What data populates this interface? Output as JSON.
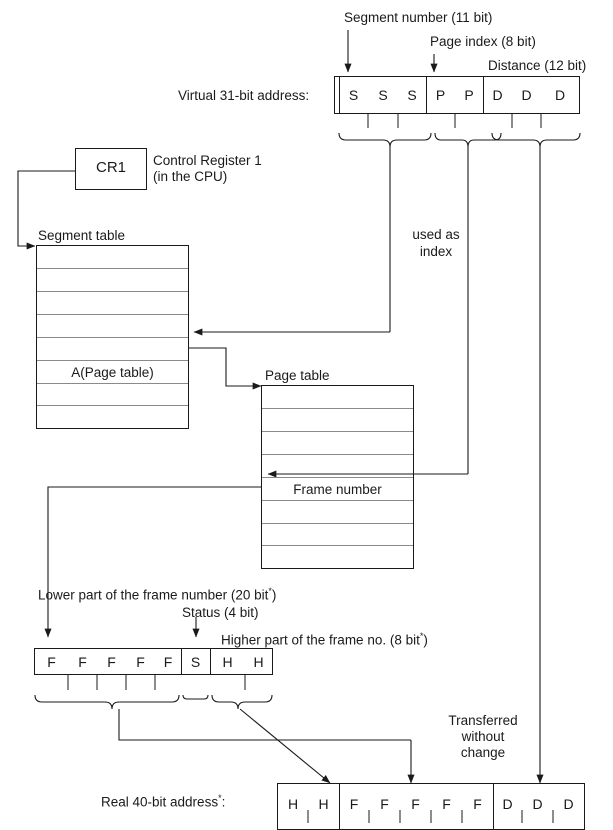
{
  "diagram": {
    "title": "Two-level virtual address translation (segmentation + paging)",
    "colors": {
      "line": "#1a1a1a",
      "rule": "#8a8a8a",
      "bg": "#ffffff"
    }
  },
  "virtual_address": {
    "caption": "Virtual 31-bit address:",
    "annotations": [
      {
        "text": "Segment number (11 bit)"
      },
      {
        "text": "Page index (8 bit)"
      },
      {
        "text": "Distance (12 bit)"
      }
    ],
    "fields": [
      {
        "letter": "S",
        "group": "segment"
      },
      {
        "letter": "S",
        "group": "segment"
      },
      {
        "letter": "S",
        "group": "segment"
      },
      {
        "letter": "P",
        "group": "page"
      },
      {
        "letter": "P",
        "group": "page"
      },
      {
        "letter": "D",
        "group": "distance"
      },
      {
        "letter": "D",
        "group": "distance"
      },
      {
        "letter": "D",
        "group": "distance"
      }
    ]
  },
  "cr1": {
    "box_label": "CR1",
    "description_line1": "Control Register 1",
    "description_line2": "(in the CPU)"
  },
  "segment_table": {
    "title": "Segment table",
    "rows": [
      "",
      "",
      "",
      "",
      "",
      "A(Page table)",
      "",
      ""
    ],
    "entry_label": "A(Page table)",
    "entry_index": 5
  },
  "page_table": {
    "title": "Page table",
    "rows": [
      "",
      "",
      "",
      "",
      "Frame number",
      "",
      "",
      ""
    ],
    "entry_label": "Frame number",
    "entry_index": 4
  },
  "used_as_index": {
    "line1": "used as",
    "line2": "index"
  },
  "page_table_entry": {
    "annotations": [
      {
        "text": "Lower part of the frame number (20 bit",
        "sup": "*",
        "tail": ")"
      },
      {
        "text": "Status (4 bit)",
        "sup": "",
        "tail": ""
      },
      {
        "text": "Higher part of the frame no. (8 bit",
        "sup": "*",
        "tail": ")"
      }
    ],
    "fields": [
      {
        "letter": "F",
        "group": "lower"
      },
      {
        "letter": "F",
        "group": "lower"
      },
      {
        "letter": "F",
        "group": "lower"
      },
      {
        "letter": "F",
        "group": "lower"
      },
      {
        "letter": "F",
        "group": "lower"
      },
      {
        "letter": "S",
        "group": "status"
      },
      {
        "letter": "H",
        "group": "higher"
      },
      {
        "letter": "H",
        "group": "higher"
      }
    ]
  },
  "transferred": {
    "line1": "Transferred",
    "line2": "without",
    "line3": "change"
  },
  "real_address": {
    "caption": "Real 40-bit address",
    "caption_sup": "*",
    "caption_tail": ":",
    "fields": [
      {
        "letter": "H",
        "group": "higher"
      },
      {
        "letter": "H",
        "group": "higher"
      },
      {
        "letter": "F",
        "group": "lower"
      },
      {
        "letter": "F",
        "group": "lower"
      },
      {
        "letter": "F",
        "group": "lower"
      },
      {
        "letter": "F",
        "group": "lower"
      },
      {
        "letter": "F",
        "group": "lower"
      },
      {
        "letter": "D",
        "group": "distance"
      },
      {
        "letter": "D",
        "group": "distance"
      },
      {
        "letter": "D",
        "group": "distance"
      }
    ]
  }
}
